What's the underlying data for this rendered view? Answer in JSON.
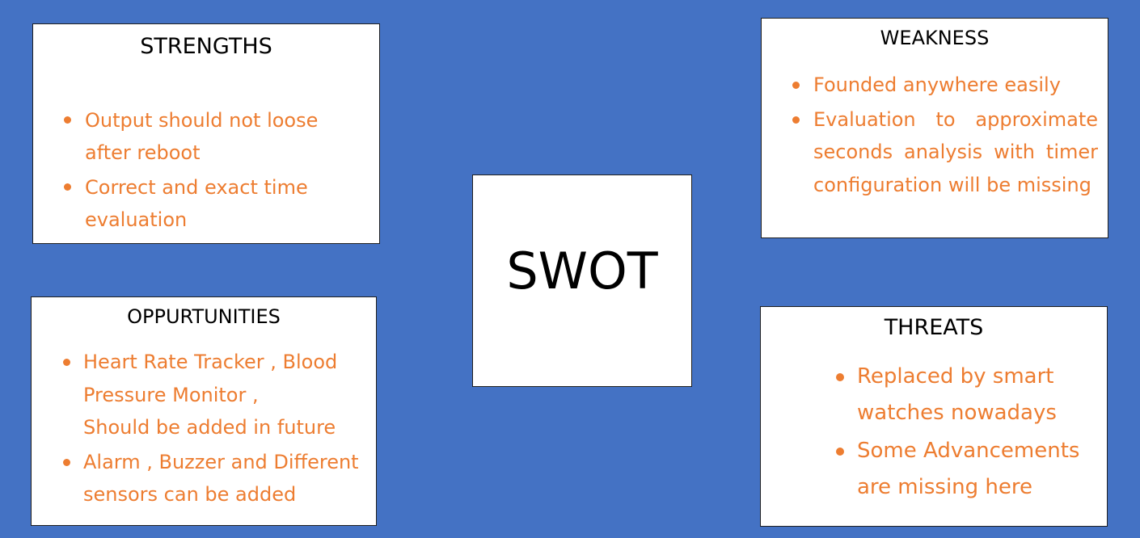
{
  "center": {
    "label": "SWOT"
  },
  "strengths": {
    "title": "STRENGTHS",
    "items": [
      {
        "lines": [
          "Output should not loose",
          "after reboot"
        ]
      },
      {
        "lines": [
          "Correct and exact time",
          "evaluation"
        ]
      }
    ]
  },
  "weakness": {
    "title": "WEAKNESS",
    "items": [
      {
        "lines": [
          "Founded anywhere easily"
        ]
      },
      {
        "lines": [
          "Evaluation to approximate",
          "seconds analysis with timer",
          "configuration will be missing"
        ]
      }
    ]
  },
  "opportunities": {
    "title": "OPPURTUNITIES",
    "items": [
      {
        "lines": [
          "Heart Rate Tracker , Blood",
          "Pressure Monitor ,",
          "Should be added in future"
        ]
      },
      {
        "lines": [
          "Alarm , Buzzer and Different",
          "sensors can be added"
        ]
      }
    ]
  },
  "threats": {
    "title": "THREATS",
    "items": [
      {
        "lines": [
          "Replaced by smart",
          "watches nowadays"
        ]
      },
      {
        "lines": [
          "Some Advancements",
          "are missing here"
        ]
      }
    ]
  },
  "colors": {
    "background": "#4472c4",
    "box_fill": "#ffffff",
    "box_border": "#1f1f1f",
    "title_text": "#000000",
    "item_text": "#ed7d31"
  }
}
